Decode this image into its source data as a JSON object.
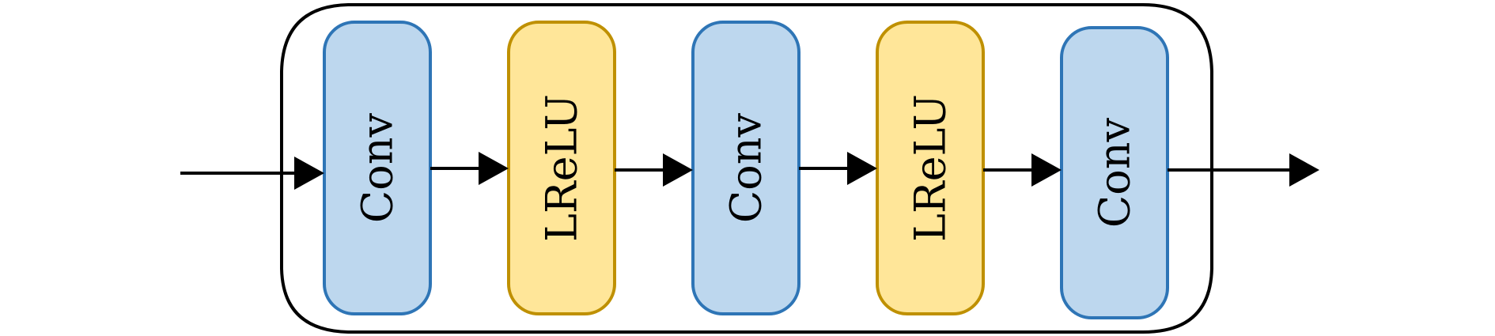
{
  "diagram": {
    "title": "Residual block: Conv - LReLU - Conv - LReLU - Conv",
    "colors": {
      "conv_fill": "#bdd7ee",
      "conv_stroke": "#2e75b6",
      "lrelu_fill": "#ffe699",
      "lrelu_stroke": "#bf9000",
      "line": "#000000"
    },
    "blocks": [
      {
        "label": "Conv",
        "type": "conv"
      },
      {
        "label": "LReLU",
        "type": "lrelu"
      },
      {
        "label": "Conv",
        "type": "conv"
      },
      {
        "label": "LReLU",
        "type": "lrelu"
      },
      {
        "label": "Conv",
        "type": "conv"
      }
    ]
  }
}
